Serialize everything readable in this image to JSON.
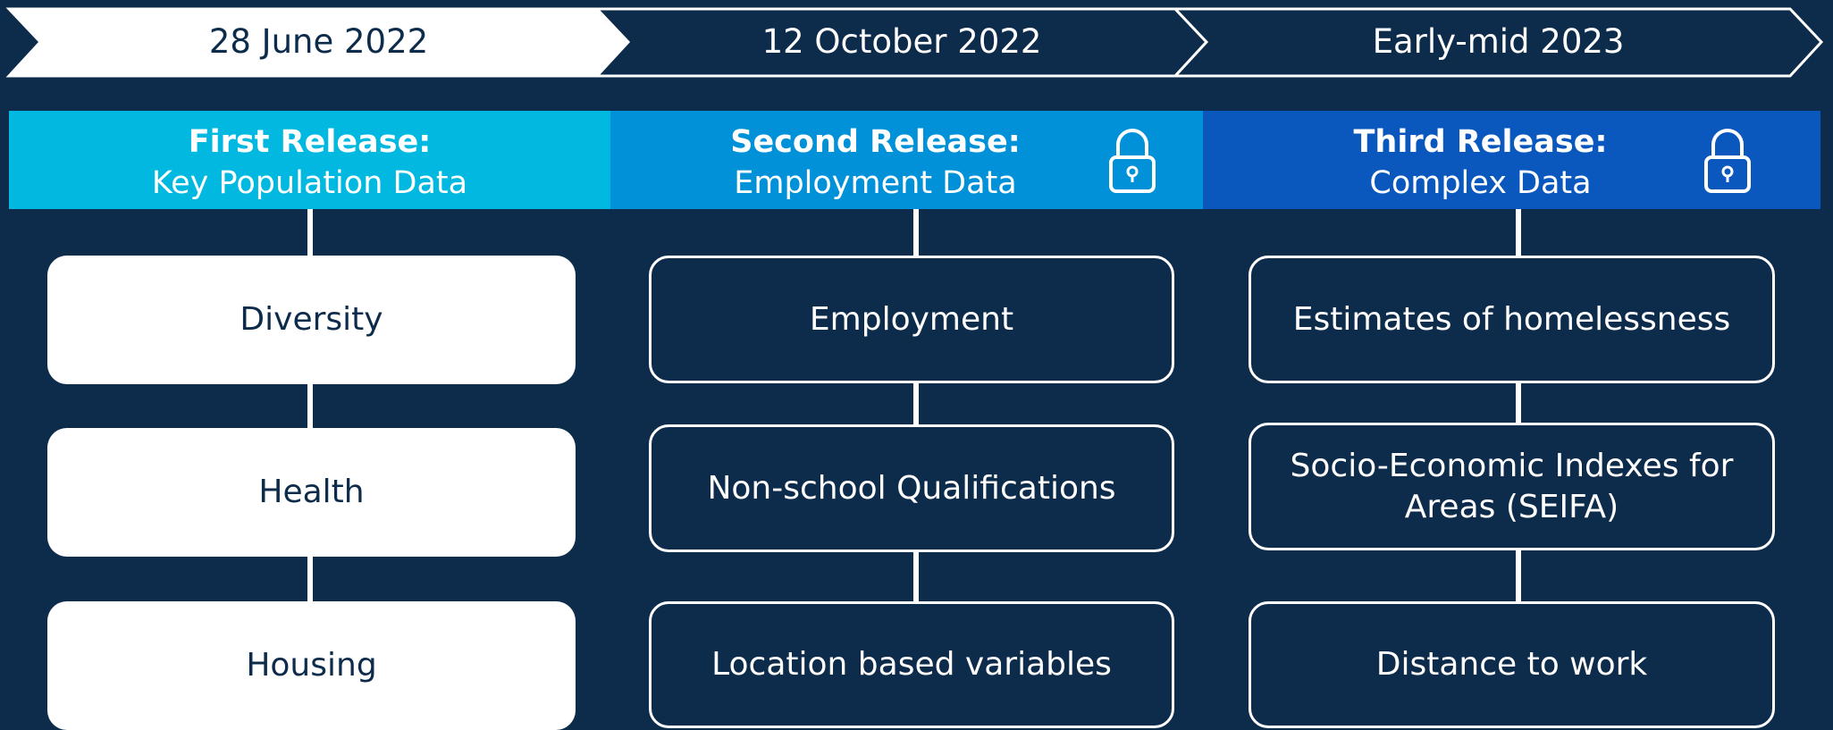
{
  "colors": {
    "background": "#0d2b4a",
    "release1": "#00b8e0",
    "release2": "#0091d8",
    "release3": "#0a57bd",
    "white": "#ffffff"
  },
  "timeline": [
    {
      "label": "28 June 2022"
    },
    {
      "label": "12 October 2022"
    },
    {
      "label": "Early-mid 2023"
    }
  ],
  "releases": [
    {
      "title": "First Release:",
      "subtitle": "Key Population Data",
      "locked": false,
      "topics": [
        "Diversity",
        "Health",
        "Housing"
      ]
    },
    {
      "title": "Second Release:",
      "subtitle": "Employment Data",
      "locked": true,
      "icon": "padlock-icon",
      "topics": [
        "Employment",
        "Non-school Qualifications",
        "Location based variables"
      ]
    },
    {
      "title": "Third Release:",
      "subtitle": "Complex Data",
      "locked": true,
      "icon": "padlock-icon",
      "topics": [
        "Estimates of homelessness",
        "Socio-Economic Indexes for Areas (SEIFA)",
        "Distance to work"
      ]
    }
  ]
}
